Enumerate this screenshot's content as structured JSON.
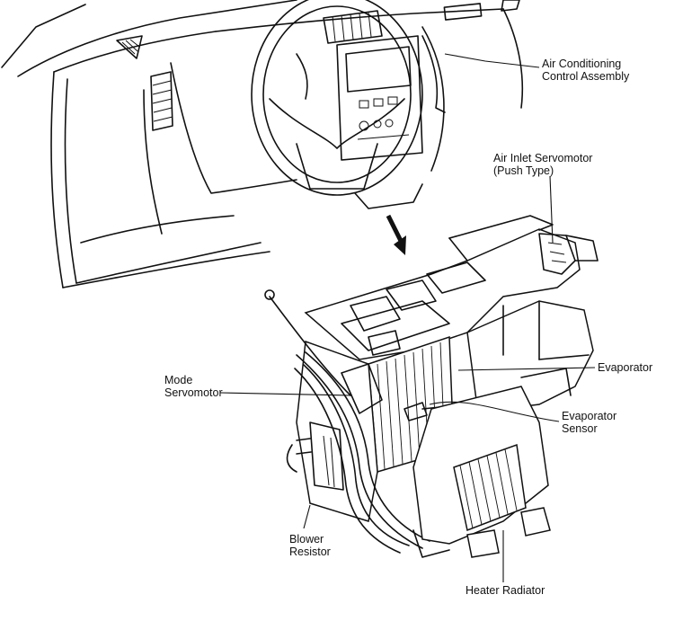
{
  "labels": {
    "ac_control_line1": "Air Conditioning",
    "ac_control_line2": "Control Assembly",
    "air_inlet_line1": "Air Inlet Servomotor",
    "air_inlet_line2": "(Push Type)",
    "mode_line1": "Mode",
    "mode_line2": "Servomotor",
    "evaporator": "Evaporator",
    "evap_sensor_line1": "Evaporator",
    "evap_sensor_line2": "Sensor",
    "blower_line1": "Blower",
    "blower_line2": "Resistor",
    "heater_radiator": "Heater Radiator"
  },
  "colors": {
    "ink": "#111111",
    "paper": "#ffffff"
  }
}
